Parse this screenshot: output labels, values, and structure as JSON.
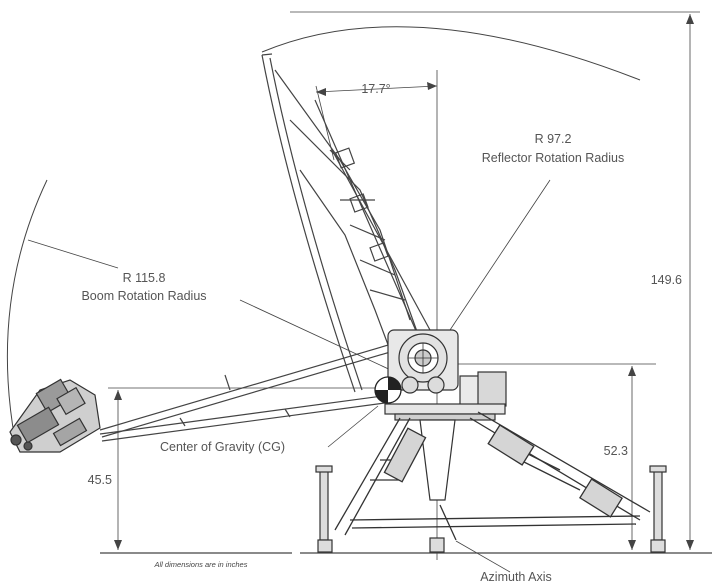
{
  "labels": {
    "reflector_radius_value": "R 97.2",
    "reflector_radius_name": "Reflector Rotation Radius",
    "boom_radius_value": "R 115.8",
    "boom_radius_name": "Boom Rotation Radius",
    "center_of_gravity": "Center of Gravity (CG)",
    "azimuth_axis": "Azimuth Axis",
    "units_note": "All dimensions are in inches"
  },
  "dimensions": {
    "tilt_angle": "17.7°",
    "overall_height": "149.6",
    "cg_height": "52.3",
    "boom_height": "45.5"
  },
  "colors": {
    "line": "#444444",
    "text": "#555555",
    "cg_fill": "#222222",
    "bearing_fill": "#e2e2e2"
  }
}
